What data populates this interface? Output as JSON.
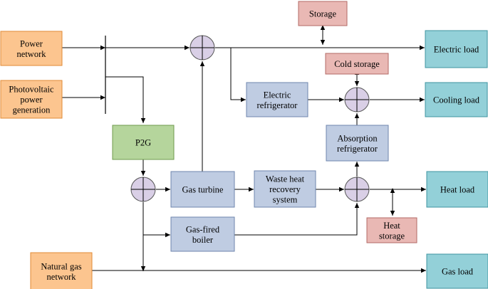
{
  "colors": {
    "orange_fill": "#fcc58f",
    "orange_stroke": "#e08a36",
    "pink_fill": "#e9b8b4",
    "pink_stroke": "#b36a66",
    "blue_fill": "#bfcce2",
    "blue_stroke": "#6f86ad",
    "cyan_fill": "#93d0d8",
    "cyan_stroke": "#3f95a1",
    "green_fill": "#b5d59c",
    "green_stroke": "#6f9a4d",
    "junction_fill": "#d9cfe6"
  },
  "nodes": {
    "power_network": [
      "Power",
      "network"
    ],
    "photovoltaic": [
      "Photovoltaic",
      "power",
      "generation"
    ],
    "natural_gas": [
      "Natural gas",
      "network"
    ],
    "p2g": [
      "P2G"
    ],
    "gas_turbine": [
      "Gas turbine"
    ],
    "waste_heat": [
      "Waste heat",
      "recovery",
      "system"
    ],
    "gas_boiler": [
      "Gas-fired",
      "boiler"
    ],
    "electric_refrigerator": [
      "Electric",
      "refrigerator"
    ],
    "absorption_refrigerator": [
      "Absorption",
      "refrigerator"
    ],
    "storage": [
      "Storage"
    ],
    "cold_storage": [
      "Cold storage"
    ],
    "heat_storage": [
      "Heat",
      "storage"
    ],
    "electric_load": [
      "Electric load"
    ],
    "cooling_load": [
      "Cooling load"
    ],
    "heat_load": [
      "Heat load"
    ],
    "gas_load": [
      "Gas load"
    ]
  }
}
